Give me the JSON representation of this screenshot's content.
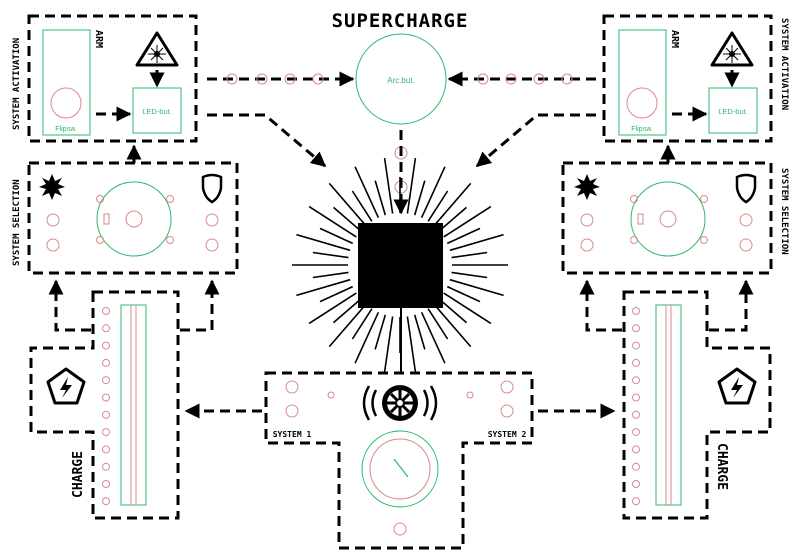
{
  "title": "SUPERCHARGE",
  "center_button_label": "Arc.but.",
  "left": {
    "activation_label": "SYSTEM ACTIVATION",
    "arm_label": "ARM",
    "flip_label": "Flipsw.",
    "led_label": "LED-but.",
    "selection_label": "SYSTEM SELECTION",
    "charge_label": "CHARGE"
  },
  "right": {
    "activation_label": "SYSTEM ACTIVATION",
    "arm_label": "ARM",
    "flip_label": "Flipsw.",
    "led_label": "LED-but.",
    "selection_label": "SYSTEM SELECTION",
    "charge_label": "CHARGE"
  },
  "bottom": {
    "system1_label": "SYSTEM 1",
    "system2_label": "SYSTEM 2"
  },
  "icons": {
    "laser_warning": "laser-warning-icon",
    "starburst": "starburst-icon",
    "shield": "shield-icon",
    "lightning": "lightning-pentagon-icon",
    "emblem": "imperial-emblem-icon"
  },
  "colors": {
    "component_outline": "#2fb86a",
    "led_outline": "#d98a8a",
    "ink": "#000000"
  }
}
